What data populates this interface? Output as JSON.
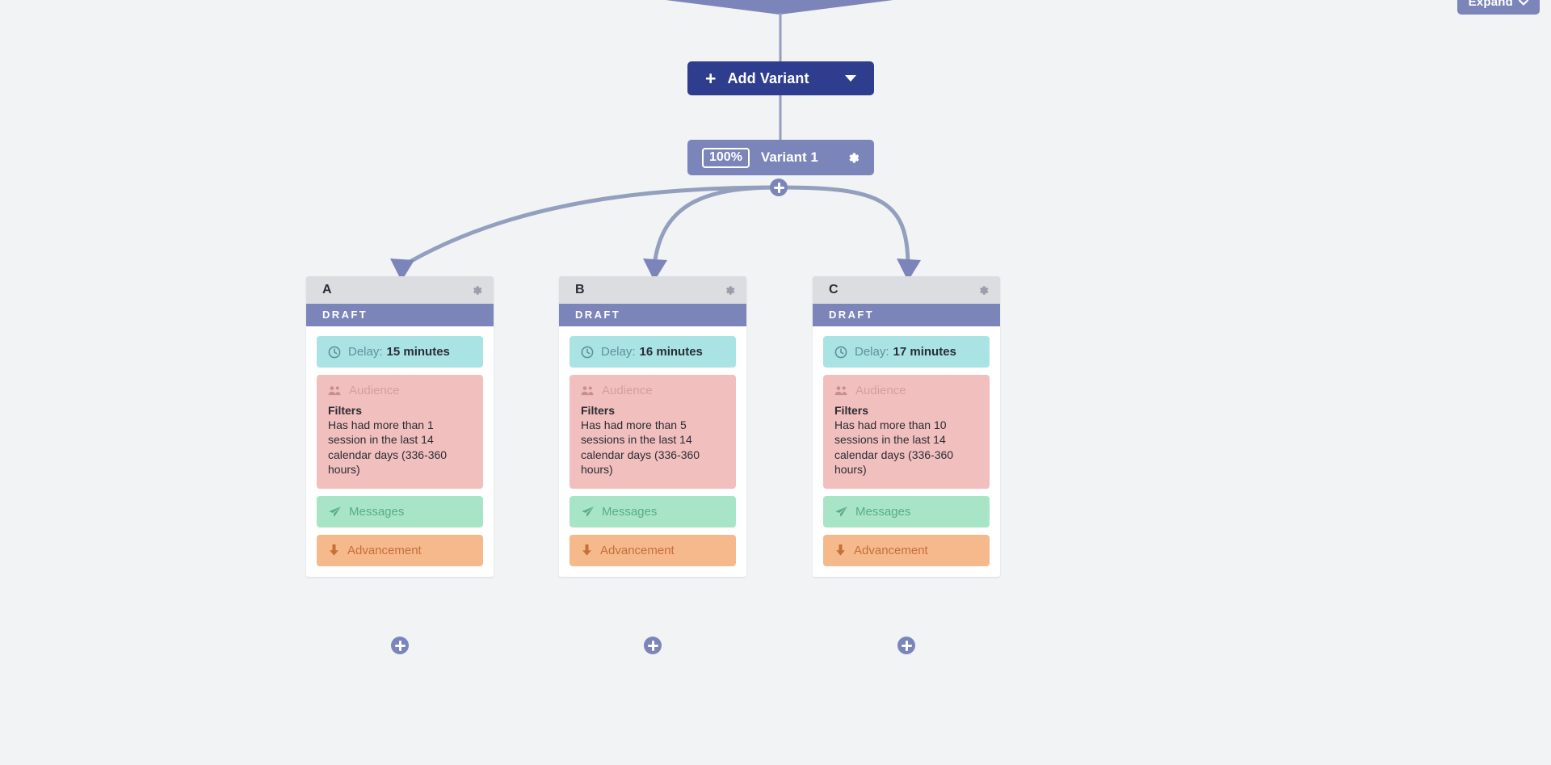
{
  "theme": {
    "background": "#f2f3f5",
    "periwinkle": "#7c85b9",
    "navy": "#2f3d8f",
    "header_grey": "#dcdde1",
    "delay_bg": "#a9e3e4",
    "audience_bg": "#f2bfbf",
    "messages_bg": "#a8e5c6",
    "advancement_bg": "#f5b98c",
    "wire": "#93a0bd"
  },
  "toolbar": {
    "expand_label": "Expand",
    "expand_icon": "chevron-down-icon"
  },
  "add_variant": {
    "label": "Add Variant",
    "plus_icon": "plus-icon",
    "caret_icon": "caret-down-icon"
  },
  "variant_node": {
    "percent": "100%",
    "name": "Variant 1",
    "gear_icon": "gear-icon"
  },
  "junction": {
    "plus_icon": "plus-circle-icon"
  },
  "labels": {
    "delay_prefix": "Delay:",
    "audience": "Audience",
    "filters_title": "Filters",
    "messages": "Messages",
    "advancement": "Advancement",
    "status": "DRAFT",
    "clock_icon": "clock-icon",
    "audience_icon": "users-icon",
    "messages_icon": "paper-plane-icon",
    "advancement_icon": "arrow-down-icon",
    "gear_icon": "gear-icon",
    "add_icon": "plus-circle-icon"
  },
  "cards": [
    {
      "letter": "A",
      "status": "DRAFT",
      "delay_prefix": "Delay:",
      "delay_value": "15 minutes",
      "audience": "Audience",
      "filters_title": "Filters",
      "filters_text": "Has had more than 1 session in the last 14 calendar days (336-360 hours)",
      "messages": "Messages",
      "advancement": "Advancement"
    },
    {
      "letter": "B",
      "status": "DRAFT",
      "delay_prefix": "Delay:",
      "delay_value": "16 minutes",
      "audience": "Audience",
      "filters_title": "Filters",
      "filters_text": "Has had more than 5 sessions in the last 14 calendar days (336-360 hours)",
      "messages": "Messages",
      "advancement": "Advancement"
    },
    {
      "letter": "C",
      "status": "DRAFT",
      "delay_prefix": "Delay:",
      "delay_value": "17 minutes",
      "audience": "Audience",
      "filters_title": "Filters",
      "filters_text": "Has had more than 10 sessions in the last 14 calendar days (336-360 hours)",
      "messages": "Messages",
      "advancement": "Advancement"
    }
  ]
}
